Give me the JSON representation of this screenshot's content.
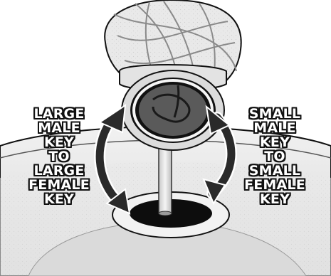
{
  "left_label": {
    "lines": [
      "LARGE",
      "MALE",
      "KEY",
      "TO",
      "LARGE",
      "FEMALE",
      "KEY"
    ]
  },
  "right_label": {
    "lines": [
      "SMALL",
      "MALE",
      "KEY",
      "TO",
      "SMALL",
      "FEMALE",
      "KEY"
    ]
  },
  "colors": {
    "stone": "#e8e8e8",
    "stone_shadow": "#b8b8b8",
    "outline": "#111111",
    "hole": "#0d0d0d",
    "arrow": "#2a2a2a"
  }
}
